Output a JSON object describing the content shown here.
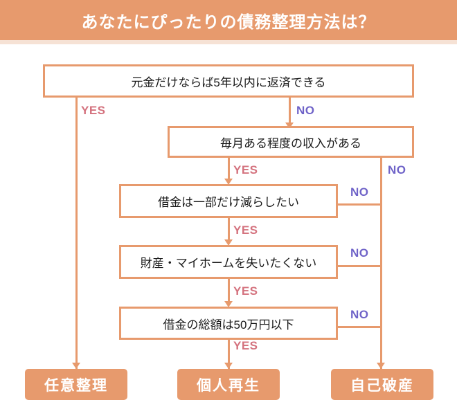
{
  "header": {
    "title": "あなたにぴったりの債務整理方法は？",
    "background_color": "#E79A6D",
    "text_color": "#FFFFFF",
    "underline_color": "#F6E2D5"
  },
  "colors": {
    "accent_orange": "#E79A6D",
    "yes_label": "#D4727E",
    "no_label": "#6F63C8",
    "box_background": "#FFFFFF",
    "box_text": "#1A1A1A"
  },
  "labels": {
    "yes": "YES",
    "no": "NO"
  },
  "questions": [
    {
      "id": "q1",
      "text": "元金だけならば5年以内に返済できる"
    },
    {
      "id": "q2",
      "text": "毎月ある程度の収入がある"
    },
    {
      "id": "q3",
      "text": "借金は一部だけ減らしたい"
    },
    {
      "id": "q4",
      "text": "財産・マイホームを失いたくない"
    },
    {
      "id": "q5",
      "text": "借金の総額は50万円以下"
    }
  ],
  "results": [
    {
      "id": "r1",
      "text": "任意整理"
    },
    {
      "id": "r2",
      "text": "個人再生"
    },
    {
      "id": "r3",
      "text": "自己破産"
    }
  ],
  "branches": [
    {
      "from": "q1",
      "answer": "YES",
      "to": "r1"
    },
    {
      "from": "q1",
      "answer": "NO",
      "to": "q2"
    },
    {
      "from": "q2",
      "answer": "YES",
      "to": "q3"
    },
    {
      "from": "q2",
      "answer": "NO",
      "to": "r3"
    },
    {
      "from": "q3",
      "answer": "YES",
      "to": "q4"
    },
    {
      "from": "q3",
      "answer": "NO",
      "to": "r3"
    },
    {
      "from": "q4",
      "answer": "YES",
      "to": "q5"
    },
    {
      "from": "q4",
      "answer": "NO",
      "to": "r3"
    },
    {
      "from": "q5",
      "answer": "YES",
      "to": "r2"
    },
    {
      "from": "q5",
      "answer": "NO",
      "to": "r3"
    }
  ]
}
